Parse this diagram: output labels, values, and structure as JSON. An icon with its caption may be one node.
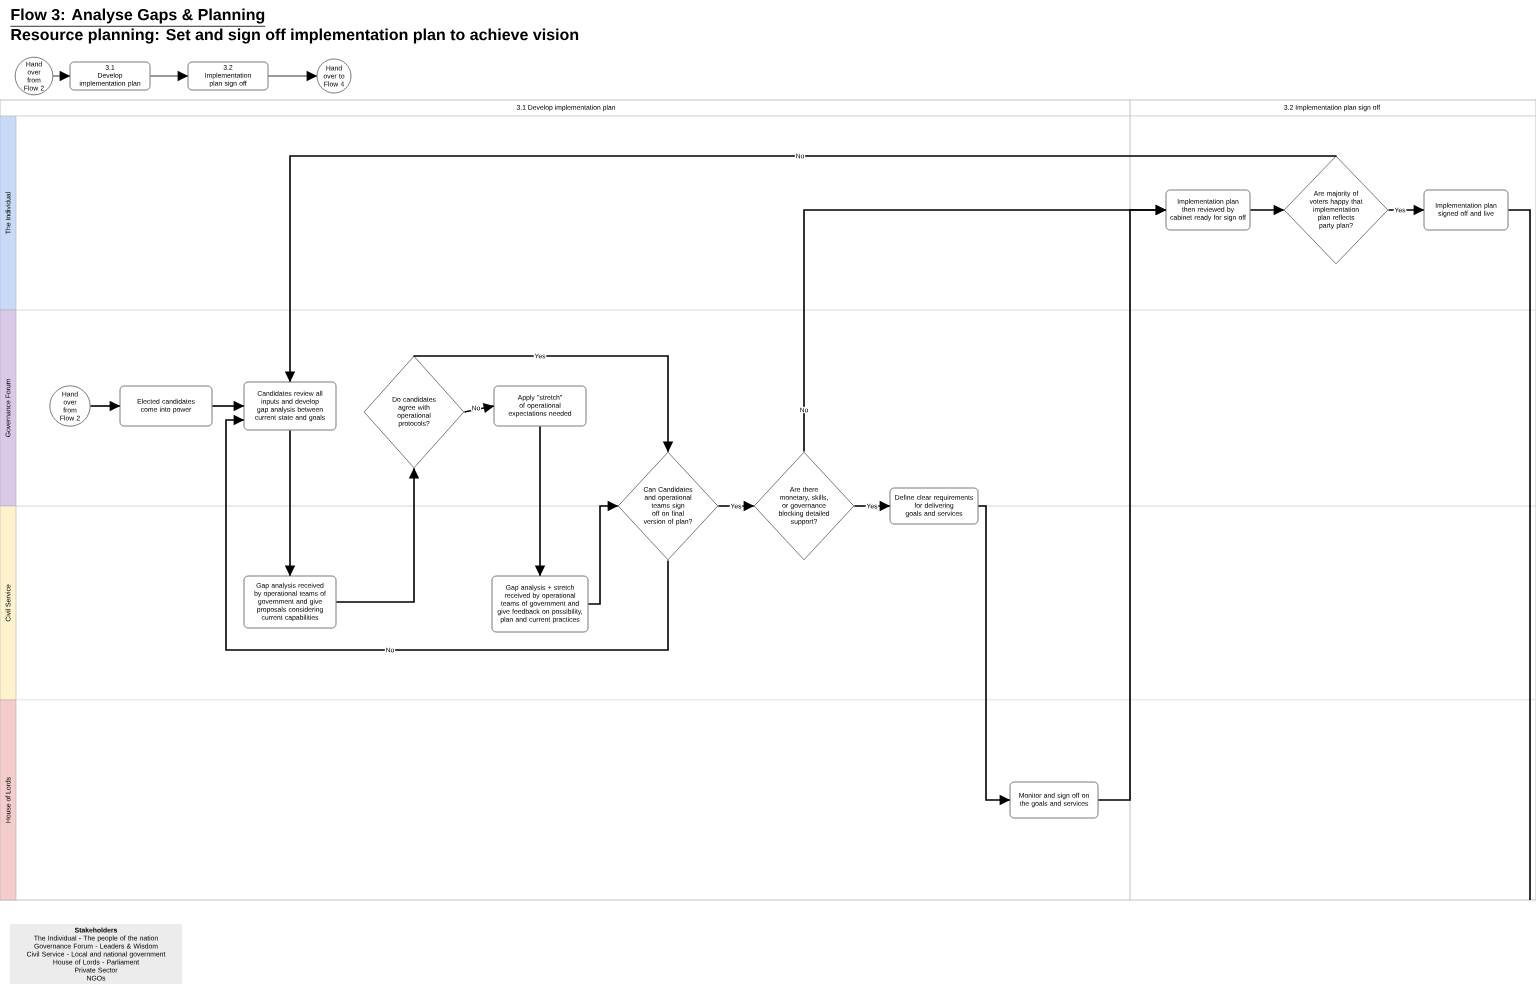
{
  "diagram": {
    "title": "Flow 3: Analyse Gaps & Planning",
    "caption": "Resource planning: Set and sign off implementation plan to achieve vision",
    "nodes": [
      {
        "text": [
          "Hand over from Flow 2"
        ]
      },
      {
        "text": [
          "3.1",
          "Develop implementation plan"
        ]
      },
      {
        "text": [
          "3.2",
          "Implementation plan sign off"
        ]
      },
      {
        "text": [
          "Hand over to Flow 4"
        ]
      },
      {
        "text": [
          "Hand over from Flow 2"
        ]
      },
      {
        "text": [
          "Elected candidates come into power"
        ]
      },
      {
        "text": [
          "Candidates review all inputs and develop gap analysis between current state and goals"
        ]
      },
      {
        "text": [
          "Do candidates agree with operational protocols?"
        ]
      },
      {
        "text": [
          "Apply \"stretch\" of operational expectations needed"
        ]
      },
      {
        "text": [
          "Gap analysis received by operational teams of government and give proposals considering current capabilities"
        ]
      },
      {
        "text": [
          "Gap analysis + stretch received by operational teams of government and give feedback on possibility, plan and current practices"
        ]
      },
      {
        "text": [
          "Can Candidates and operational teams sign off on final version of plan?"
        ]
      },
      {
        "text": [
          "Are there monetary, skills, or governance blocking detailed support?"
        ]
      },
      {
        "text": [
          "Define clear requirements for delivering goals and services"
        ]
      },
      {
        "text": [
          "Monitor and sign off on the goals and services"
        ]
      },
      {
        "text": [
          "Implementation plan then reviewed by cabinet ready for sign off"
        ]
      },
      {
        "text": [
          "Are majority of voters happy that implementation plan reflects party plan?"
        ]
      },
      {
        "text": [
          "Implementation plan signed off and live"
        ]
      },
      {
        "text": [
          "Stakeholders",
          "The Individual - The people of the nation",
          "Governance Forum - Leaders & Wisdom",
          "Civil Service - Local and national government",
          "House of Lords - Parliament",
          "Private Sector",
          "NGOs"
        ]
      }
    ],
    "edges": [
      {
        "from": 0,
        "to": 1,
        "arrow": "to"
      },
      {
        "from": 1,
        "to": 2,
        "arrow": "to"
      },
      {
        "from": 2,
        "to": 3,
        "arrow": "to"
      },
      {
        "from": 4,
        "to": 5,
        "arrow": "to"
      },
      {
        "from": 5,
        "to": 6,
        "arrow": "to"
      },
      {
        "from": 6,
        "to": 9,
        "arrow": "to"
      },
      {
        "from": 9,
        "to": 7,
        "arrow": "to"
      },
      {
        "from": 7,
        "to": 8,
        "arrow": "to",
        "label": "No"
      },
      {
        "from": 7,
        "to": 11,
        "arrow": "to",
        "label": "Yes"
      },
      {
        "from": 8,
        "to": 10,
        "arrow": "to"
      },
      {
        "from": 10,
        "to": 11,
        "arrow": "to"
      },
      {
        "from": 11,
        "to": 12,
        "arrow": "to",
        "label": "Yes"
      },
      {
        "from": 11,
        "to": 6,
        "arrow": "to",
        "label": "No"
      },
      {
        "from": 12,
        "to": 13,
        "arrow": "to",
        "label": "Yes"
      },
      {
        "from": 12,
        "to": 15,
        "arrow": "to",
        "label": "No"
      },
      {
        "from": 13,
        "to": 14,
        "arrow": "to"
      },
      {
        "from": 14,
        "to": 15,
        "arrow": "to"
      },
      {
        "from": 15,
        "to": 16,
        "arrow": "to"
      },
      {
        "from": 16,
        "to": 17,
        "arrow": "to",
        "label": "Yes"
      },
      {
        "from": 16,
        "to": 6,
        "arrow": "to",
        "label": "No"
      },
      {
        "from": 17,
        "to": null,
        "arrow": "none"
      }
    ],
    "labels": [
      "3.1 Develop implementation plan",
      "3.2 Implementation plan sign off",
      "The Individual",
      "Governance Forum",
      "Civil Service",
      "House of Lords"
    ]
  }
}
